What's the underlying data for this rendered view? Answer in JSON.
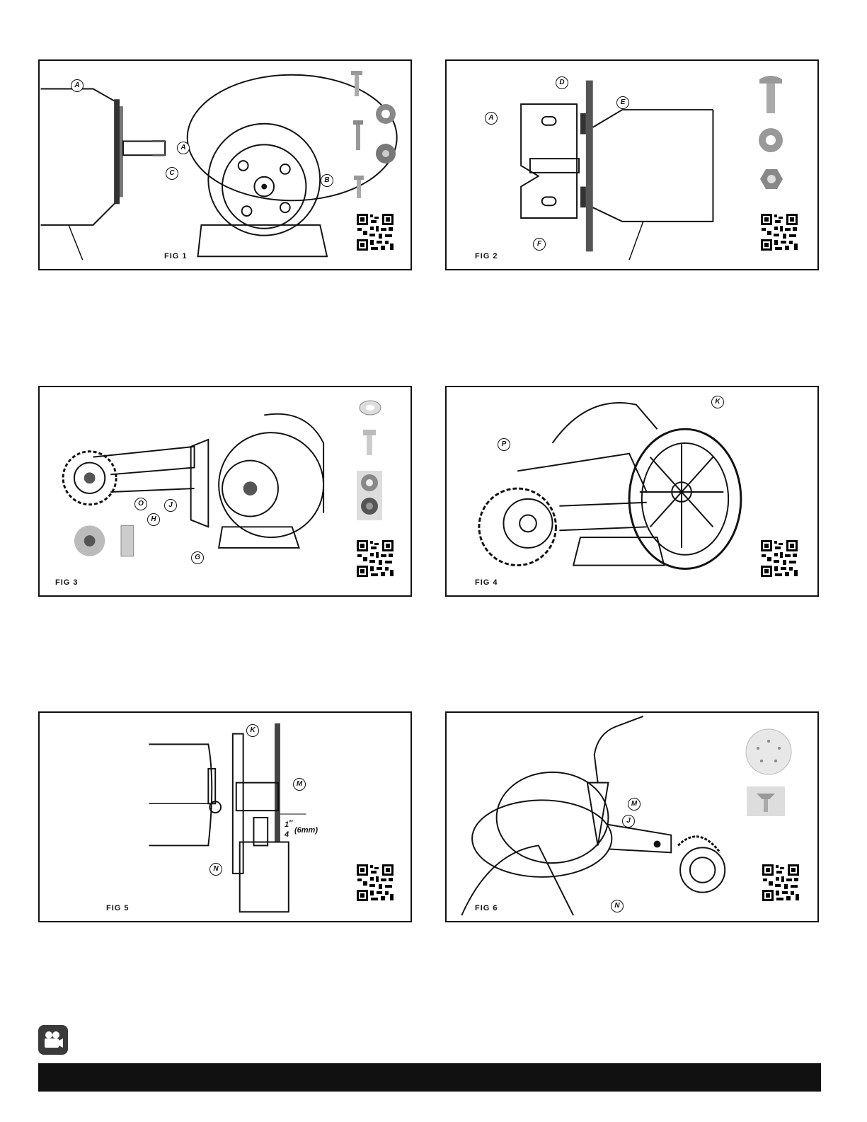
{
  "figures": [
    {
      "id": "fig1",
      "label": "FIG 1",
      "callouts": [
        "A",
        "A",
        "C",
        "B"
      ]
    },
    {
      "id": "fig2",
      "label": "FIG 2",
      "callouts": [
        "D",
        "E",
        "A",
        "F"
      ]
    },
    {
      "id": "fig3",
      "label": "FIG 3",
      "callouts": [
        "O",
        "H",
        "J",
        "G"
      ]
    },
    {
      "id": "fig4",
      "label": "FIG 4",
      "callouts": [
        "P",
        "K"
      ]
    },
    {
      "id": "fig5",
      "label": "FIG 5",
      "callouts": [
        "K",
        "M",
        "N"
      ],
      "dimension": {
        "fraction_num": "1",
        "fraction_den": "4",
        "unit": "″",
        "metric": "(6mm)"
      }
    },
    {
      "id": "fig6",
      "label": "FIG 6",
      "callouts": [
        "M",
        "J",
        "N"
      ]
    }
  ],
  "icons": {
    "video": "video-camera-icon",
    "qr": "qr-code-icon"
  },
  "colors": {
    "border": "#111111",
    "footer": "#111111",
    "icon_bg": "#3a3a3a"
  }
}
